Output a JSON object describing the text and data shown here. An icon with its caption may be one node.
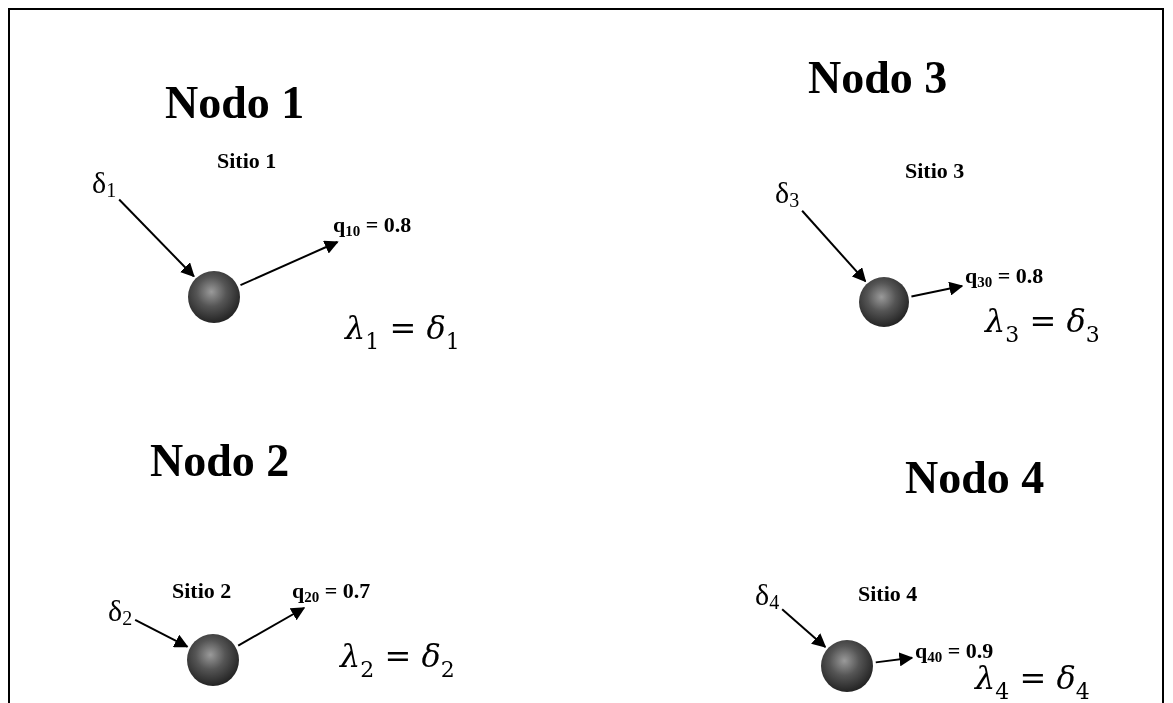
{
  "diagram": {
    "nodes": [
      {
        "text": [
          "δ$_{1}$"
        ]
      },
      {
        "text": [],
        "shape": "circle"
      },
      {
        "text": [
          "q$_{10}$ = 0.8"
        ]
      },
      {
        "text": [
          "δ$_{3}$"
        ]
      },
      {
        "text": [],
        "shape": "circle"
      },
      {
        "text": [
          "q$_{30}$ = 0.8"
        ]
      },
      {
        "text": [
          "δ$_{2}$"
        ]
      },
      {
        "text": [],
        "shape": "circle"
      },
      {
        "text": [
          "q$_{20}$ = 0.7"
        ]
      },
      {
        "text": [
          "δ$_{4}$"
        ]
      },
      {
        "text": [],
        "shape": "circle"
      },
      {
        "text": [
          "q$_{40}$ = 0.9"
        ]
      }
    ],
    "edges": [
      {
        "from": 0,
        "to": 1,
        "arrow": "to"
      },
      {
        "from": 1,
        "to": 2,
        "arrow": "to"
      },
      {
        "from": 3,
        "to": 4,
        "arrow": "to"
      },
      {
        "from": 4,
        "to": 5,
        "arrow": "to"
      },
      {
        "from": 6,
        "to": 7,
        "arrow": "to"
      },
      {
        "from": 7,
        "to": 8,
        "arrow": "to"
      },
      {
        "from": 9,
        "to": 10,
        "arrow": "to"
      },
      {
        "from": 10,
        "to": 11,
        "arrow": "to"
      }
    ],
    "labels": [
      "Nodo 1",
      "Nodo 3",
      "Sitio 1",
      "Sitio 3",
      "λ$_{1}$ = δ$_{1}$",
      "λ$_{3}$ = δ$_{3}$",
      "Nodo 2",
      "Nodo 4",
      "Sitio 2",
      "Sitio 4",
      "λ$_{2}$ = δ$_{2}$",
      "λ$_{4}$ = δ$_{4}$"
    ]
  }
}
